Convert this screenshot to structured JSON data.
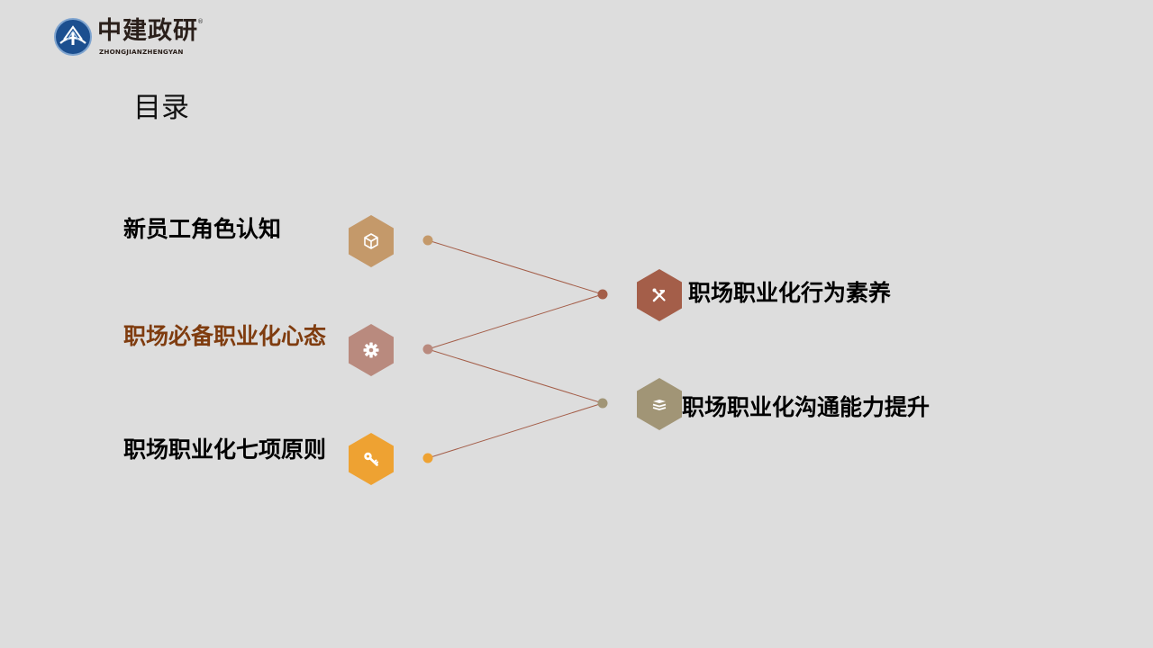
{
  "logo": {
    "name_cn": "中建政研",
    "name_en": "ZHONGJIANZHENGYAN",
    "registered_mark": "®"
  },
  "title": "目录",
  "left_items": [
    {
      "label": "新员工角色认知",
      "icon": "box-icon",
      "color": "#c4996a",
      "active": false
    },
    {
      "label": "职场必备职业化心态",
      "icon": "gear-icon",
      "color": "#b98a7e",
      "active": true
    },
    {
      "label": "职场职业化七项原则",
      "icon": "key-icon",
      "color": "#eea232",
      "active": false
    }
  ],
  "right_items": [
    {
      "label": "职场职业化行为素养",
      "icon": "tools-icon",
      "color": "#a45e49"
    },
    {
      "label": "职场职业化沟通能力提升",
      "icon": "layers-icon",
      "color": "#a19576"
    }
  ],
  "colors": {
    "background": "#dddddd",
    "connector_line": "#a45e49",
    "active_text": "#7f3c0f",
    "text": "#000000",
    "logo_blue": "#1c4f8f"
  }
}
